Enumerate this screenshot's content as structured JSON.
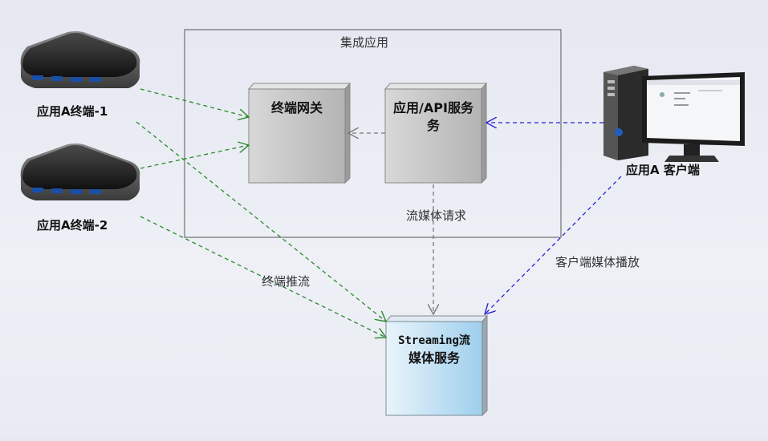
{
  "diagram": {
    "container_title": "集成应用",
    "nodes": {
      "device1": {
        "label": "应用A终端-1"
      },
      "device2": {
        "label": "应用A终端-2"
      },
      "gateway": {
        "label": "终端网关"
      },
      "api_service": {
        "label_line1": "应用/API服务",
        "label_line2": "务"
      },
      "client": {
        "label": "应用A 客户端"
      },
      "streaming": {
        "label_line1": "Streaming流",
        "label_line2": "媒体服务"
      }
    },
    "edges": {
      "stream_request": "流媒体请求",
      "device_push": "终端推流",
      "client_play": "客户端媒体播放"
    },
    "colors": {
      "green_arrow": "#2a8a2a",
      "blue_arrow": "#2323d4",
      "gray_arrow": "#7a7a7a",
      "box_gray": "#c4c4c4",
      "box_blue": "#bfe0f4"
    }
  }
}
